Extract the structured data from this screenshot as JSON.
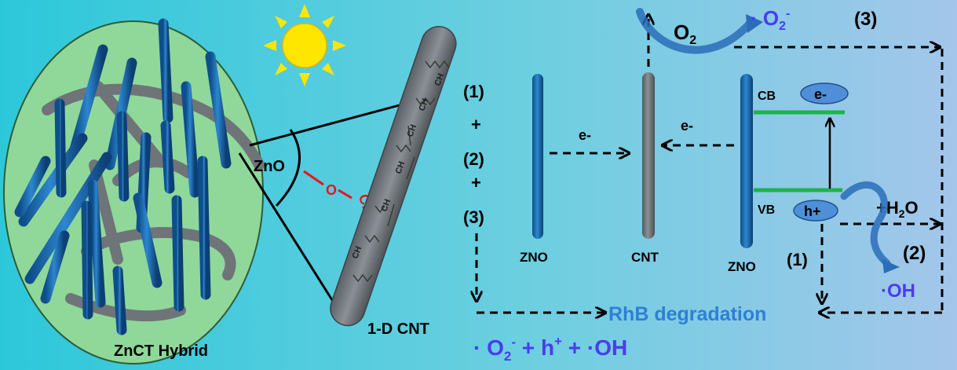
{
  "hybrid": {
    "label": "ZnCT Hybrid",
    "zoom_label": "ZnO",
    "bond_o": "O",
    "bond_ch": "CH",
    "cnt_label": "1-D CNT",
    "ch_label": "CH"
  },
  "steps": {
    "s1": "(1)",
    "plus1": "+",
    "s2": "(2)",
    "plus2": "+",
    "s3": "(3)"
  },
  "bands": {
    "zno_left": "ZNO",
    "cnt_mid": "CNT",
    "zno_right": "ZNO",
    "cb": "CB",
    "vb": "VB",
    "electron": "e-",
    "hole": "h+",
    "e_transfer_1": "e-",
    "e_transfer_2": "e-"
  },
  "reactions": {
    "o2": "O",
    "o2_sub": "2",
    "superoxide_prefix": "· O",
    "superoxide_sub": "2",
    "superoxide_sup": "-",
    "step3": "(3)",
    "water_prefix": "+H",
    "water_sub": "2",
    "water_suffix": "O",
    "step2": "(2)",
    "hydroxyl": "·OH",
    "step1": "(1)"
  },
  "result": {
    "degradation": "RhB degradation",
    "eq_a": "· O",
    "eq_a_sub": "2",
    "eq_a_sup": "-",
    "eq_b": " + h",
    "eq_b_sup": "+",
    "eq_c": " + ·OH"
  },
  "colors": {
    "bg_left": "#2cc7d8",
    "bg_right": "#9cc7e8",
    "ellipse": "#8fd89a",
    "rod_blue": "#1e6fb5",
    "rod_gray": "#7a7f84",
    "band_green": "#1db34a",
    "sun": "#ffe600",
    "red": "#e8141c",
    "accent_text": "#4a3cf0",
    "rhb_text": "#2f7fd6"
  }
}
